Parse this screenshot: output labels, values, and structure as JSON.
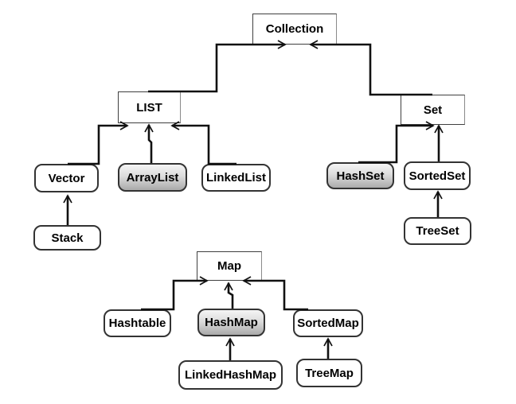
{
  "diagram": {
    "description": "Java collections framework hierarchy diagram",
    "background_color": "#ffffff",
    "line_color": "#111111",
    "border_color": "#333333",
    "text_color": "#000000",
    "shaded_gradient_top": "#f5f5f5",
    "shaded_gradient_bottom": "#aaaaaa",
    "nodes": [
      {
        "id": "collection",
        "label": "Collection",
        "shape": "rect",
        "shaded": false
      },
      {
        "id": "list",
        "label": "LIST",
        "shape": "rect",
        "shaded": false
      },
      {
        "id": "set",
        "label": "Set",
        "shape": "rect",
        "shaded": false
      },
      {
        "id": "vector",
        "label": "Vector",
        "shape": "rounded",
        "shaded": false
      },
      {
        "id": "arraylist",
        "label": "ArrayList",
        "shape": "rounded",
        "shaded": true
      },
      {
        "id": "linkedlist",
        "label": "LinkedList",
        "shape": "rounded",
        "shaded": false
      },
      {
        "id": "hashset",
        "label": "HashSet",
        "shape": "rounded",
        "shaded": true
      },
      {
        "id": "sortedset",
        "label": "SortedSet",
        "shape": "rounded",
        "shaded": false
      },
      {
        "id": "stack",
        "label": "Stack",
        "shape": "rounded",
        "shaded": false
      },
      {
        "id": "treeset",
        "label": "TreeSet",
        "shape": "rounded",
        "shaded": false
      },
      {
        "id": "map",
        "label": "Map",
        "shape": "rect",
        "shaded": false
      },
      {
        "id": "hashtable",
        "label": "Hashtable",
        "shape": "rounded",
        "shaded": false
      },
      {
        "id": "hashmap",
        "label": "HashMap",
        "shape": "rounded",
        "shaded": true
      },
      {
        "id": "sortedmap",
        "label": "SortedMap",
        "shape": "rounded",
        "shaded": false
      },
      {
        "id": "linkedhashmap",
        "label": "LinkedHashMap",
        "shape": "rounded",
        "shaded": false
      },
      {
        "id": "treemap",
        "label": "TreeMap",
        "shape": "rounded",
        "shaded": false
      }
    ],
    "edges": [
      {
        "id": "list-collection",
        "from": "LIST",
        "to": "Collection"
      },
      {
        "id": "set-collection",
        "from": "Set",
        "to": "Collection"
      },
      {
        "id": "vector-list",
        "from": "Vector",
        "to": "LIST"
      },
      {
        "id": "arraylist-list",
        "from": "ArrayList",
        "to": "LIST"
      },
      {
        "id": "linkedlist-list",
        "from": "LinkedList",
        "to": "LIST"
      },
      {
        "id": "hashset-set",
        "from": "HashSet",
        "to": "Set"
      },
      {
        "id": "sortedset-set",
        "from": "SortedSet",
        "to": "Set"
      },
      {
        "id": "stack-vector",
        "from": "Stack",
        "to": "Vector"
      },
      {
        "id": "treeset-sortedset",
        "from": "TreeSet",
        "to": "SortedSet"
      },
      {
        "id": "hashtable-map",
        "from": "Hashtable",
        "to": "Map"
      },
      {
        "id": "hashmap-map",
        "from": "HashMap",
        "to": "Map"
      },
      {
        "id": "sortedmap-map",
        "from": "SortedMap",
        "to": "Map"
      },
      {
        "id": "linkedhashmap-hashmap",
        "from": "LinkedHashMap",
        "to": "HashMap"
      },
      {
        "id": "treemap-sortedmap",
        "from": "TreeMap",
        "to": "SortedMap"
      }
    ],
    "arrow_style": "open-v"
  }
}
